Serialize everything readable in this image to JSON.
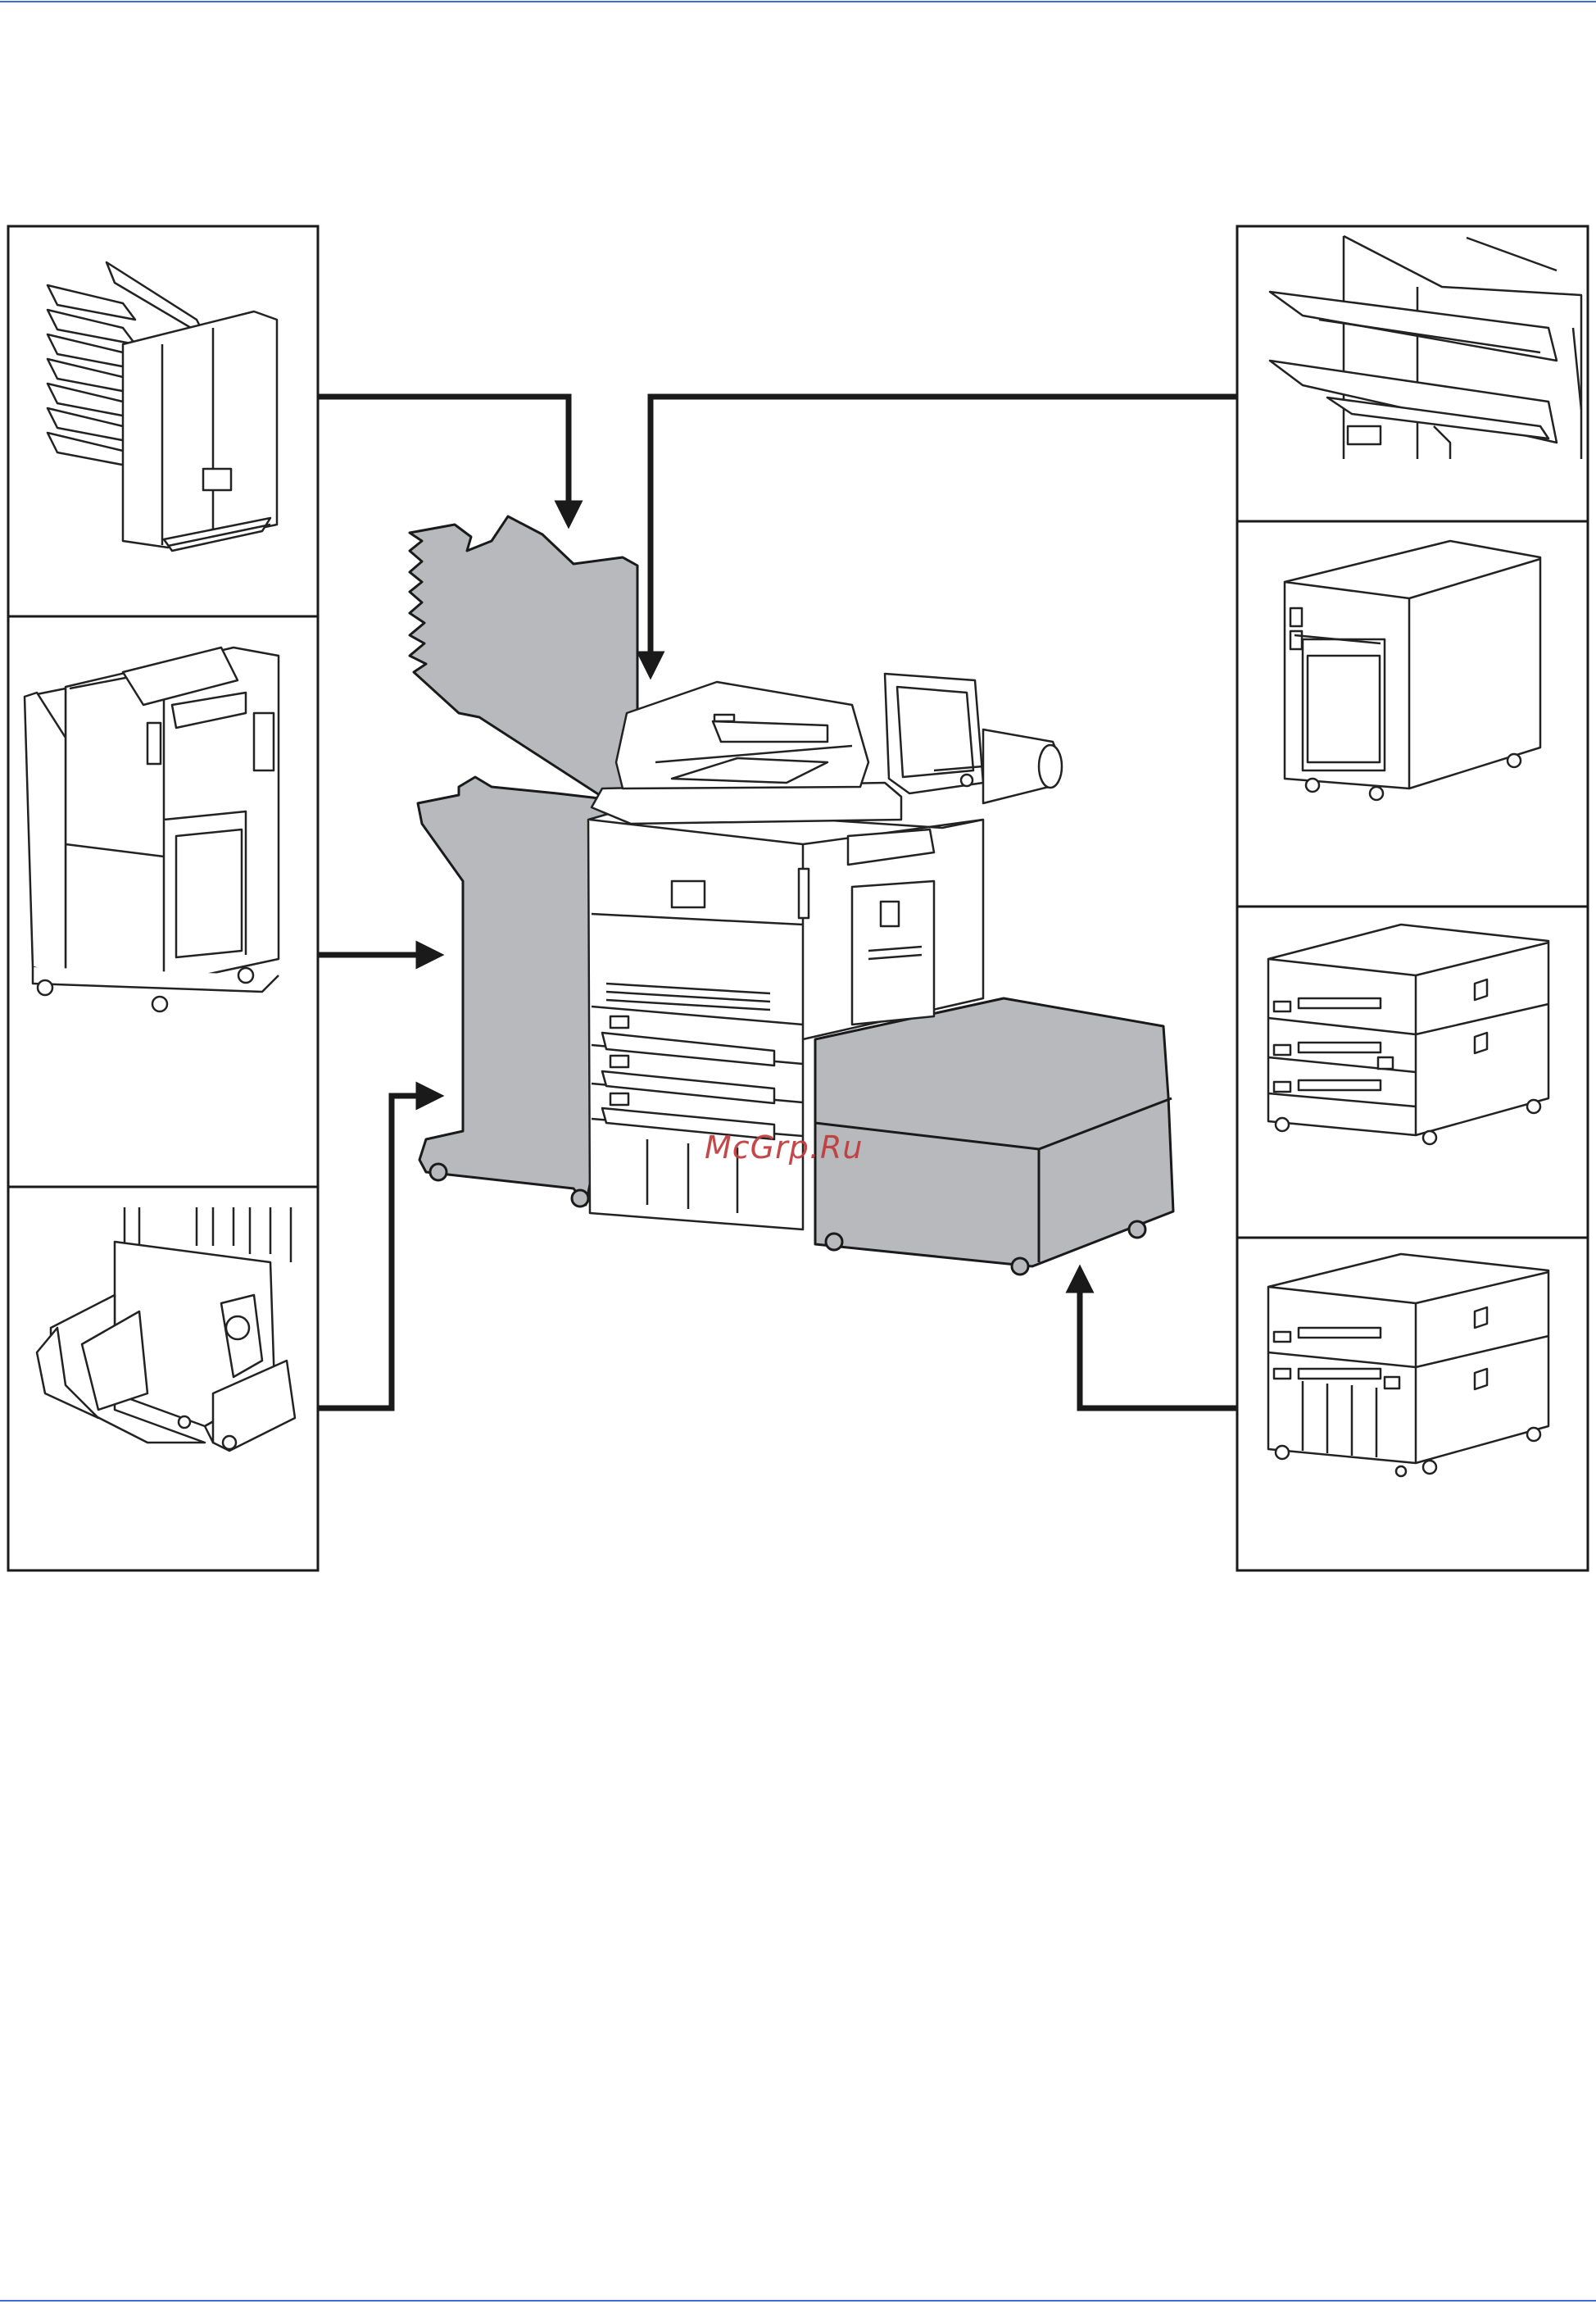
{
  "colors": {
    "rule": "#3d6fd6",
    "frame": "#1a1a1a",
    "arrow": "#1a1a1a",
    "silhouette": "#b8b9bc",
    "line_art": "#222222",
    "watermark": "#c0393b"
  },
  "watermark": {
    "text": "McGrp.Ru"
  },
  "panels": {
    "left": [
      {
        "name": "multi-bin-mailbox-tray-unit"
      },
      {
        "name": "floor-standing-finisher-unit"
      },
      {
        "name": "folding-unit"
      }
    ],
    "right": [
      {
        "name": "multi-tray-output-unit"
      },
      {
        "name": "large-capacity-feeder-cabinet"
      },
      {
        "name": "dual-paper-feeder-3-drawer"
      },
      {
        "name": "dual-paper-feeder-2-drawer"
      }
    ]
  },
  "icons": [
    "printer-main-unit-icon",
    "finisher-silhouette-icon",
    "paper-feeder-silhouette-icon"
  ]
}
